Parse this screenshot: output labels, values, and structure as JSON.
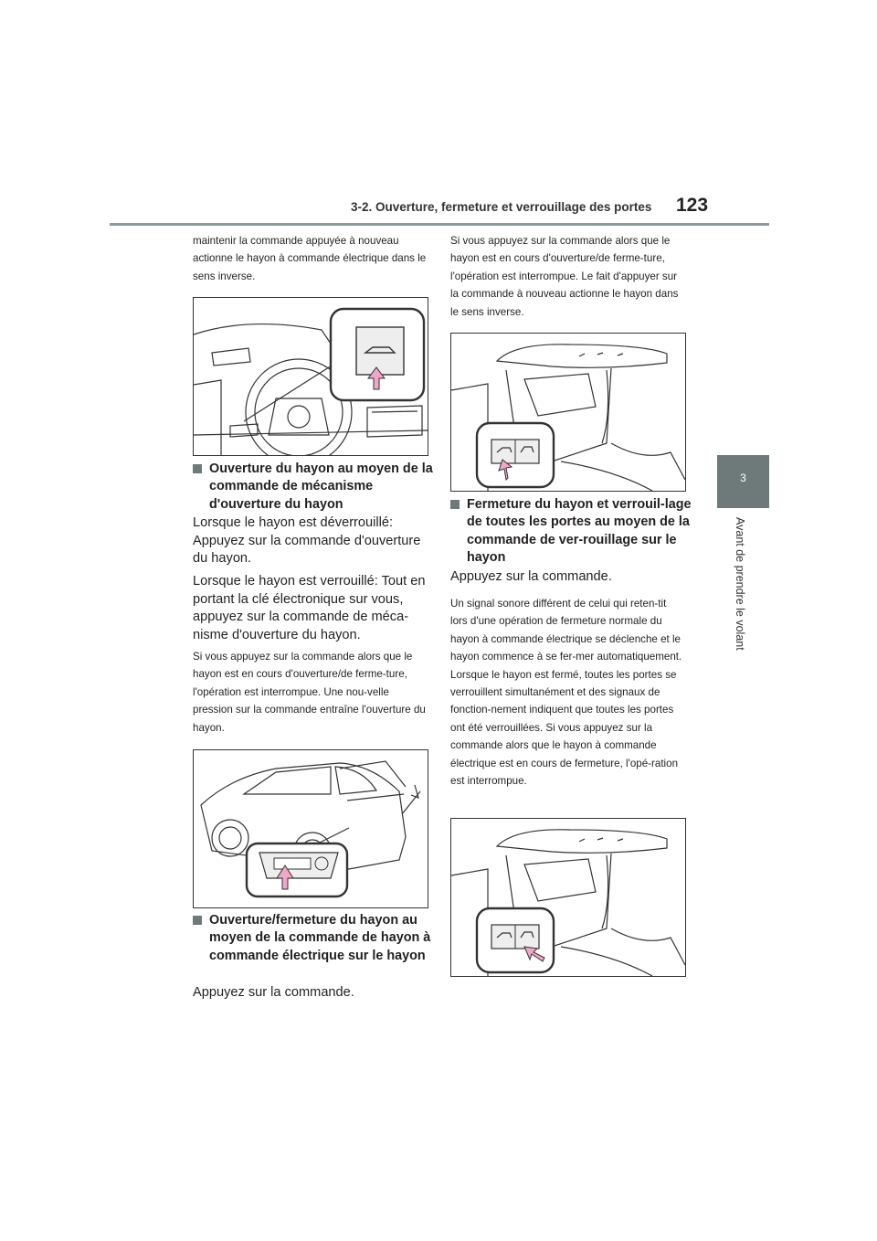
{
  "header": {
    "section_title": "3-2. Ouverture, fermeture et verrouillage des portes",
    "page_number": "123"
  },
  "side_tab": {
    "chapter_number": "3",
    "chapter_title": "Avant de prendre le volant"
  },
  "left_column": {
    "intro_text": "maintenir la commande appuyée à nouveau actionne le hayon à commande électrique dans le sens inverse.",
    "section1": {
      "heading": "Ouverture du hayon au moyen de la commande de mécanisme d'ouverture du hayon",
      "para1": "Lorsque le hayon est déverrouillé: Appuyez sur la commande d'ouverture du hayon.",
      "para2": "Lorsque le hayon est verrouillé: Tout en portant la clé électronique sur vous, appuyez sur la commande de méca-nisme d'ouverture du hayon.",
      "note": "Si vous appuyez sur la commande alors que le hayon est en cours d'ouverture/de ferme-ture, l'opération est interrompue. Une nou-velle pression sur la commande entraîne l'ouverture du hayon."
    },
    "section2": {
      "heading": "Ouverture/fermeture du hayon au moyen de la commande de hayon à commande électrique sur le hayon",
      "para": "Appuyez sur la commande."
    }
  },
  "right_column": {
    "intro_text": "Si vous appuyez sur la commande alors que le hayon est en cours d'ouverture/de ferme-ture, l'opération est interrompue. Le fait d'appuyer sur la commande à nouveau actionne le hayon dans le sens inverse.",
    "section3": {
      "heading": "Fermeture du hayon et verrouil-lage de toutes les portes au moyen de la commande de ver-rouillage sur le hayon",
      "para": "Appuyez sur la commande.",
      "note": "Un signal sonore différent de celui qui reten-tit lors d'une opération de fermeture normale du hayon à commande électrique se déclenche et le hayon commence à se fer-mer automatiquement. Lorsque le hayon est fermé, toutes les portes se verrouillent simultanément et des signaux de fonction-nement indiquent que toutes les portes ont été verrouillées. Si vous appuyez sur la commande alors que le hayon à commande électrique est en cours de fermeture, l'opé-ration est interrompue."
    }
  },
  "colors": {
    "accent": "#6e7a7a",
    "arrow": "#f2a6c8"
  }
}
